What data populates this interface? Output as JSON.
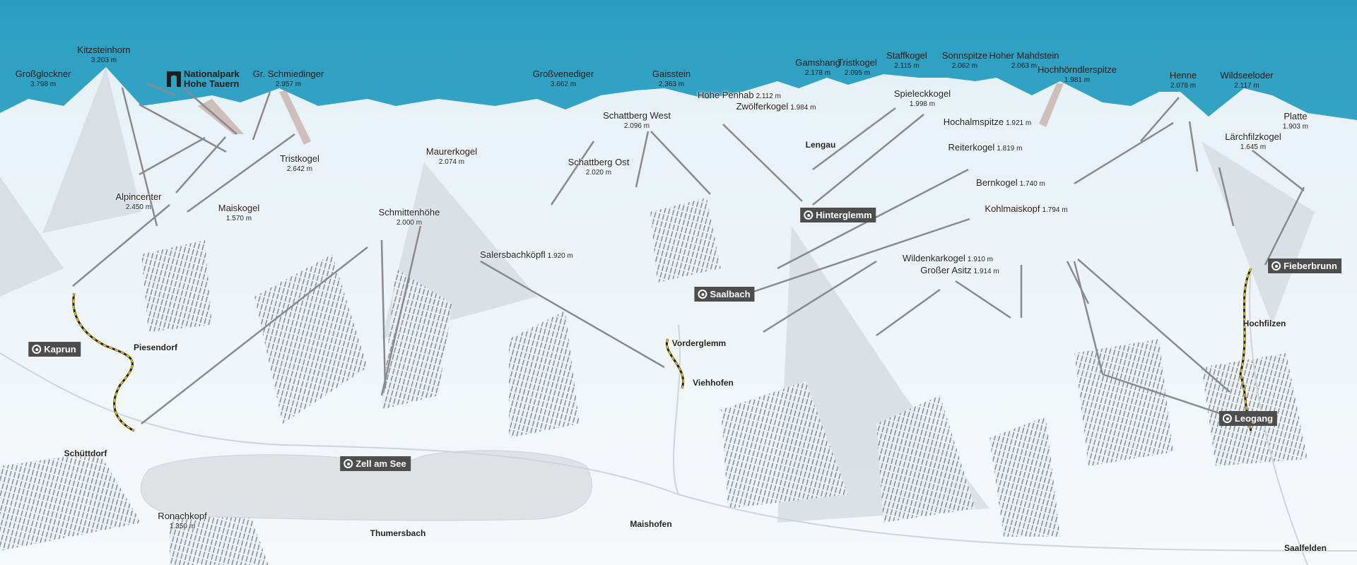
{
  "colors": {
    "sky_top": "#2b9fc2",
    "sky_bottom": "#5cb8d2",
    "snow": "#f4f6f8",
    "forest": "#7d8790",
    "lift": "#8a8a8a",
    "train": "#f2c200",
    "badge": "#4d4d4d"
  },
  "logo": {
    "icon": "nationalpark-logo-icon",
    "line1": "Nationalpark",
    "line2": "Hohe Tauern"
  },
  "peaks": [
    {
      "name": "Großglockner",
      "elevation": "3.798 m"
    },
    {
      "name": "Kitzsteinhorn",
      "elevation": "3.203 m"
    },
    {
      "name": "Gr. Schmiedinger",
      "elevation": "2.957 m"
    },
    {
      "name": "Tristkogel",
      "elevation": "2.642 m"
    },
    {
      "name": "Alpincenter",
      "elevation": "2.450 m"
    },
    {
      "name": "Maiskogel",
      "elevation": "1.570 m"
    },
    {
      "name": "Maurerkogel",
      "elevation": "2.074 m"
    },
    {
      "name": "Großvenediger",
      "elevation": "3.662 m"
    },
    {
      "name": "Schmittenhöhe",
      "elevation": "2.000 m"
    },
    {
      "name": "Salersbachköpfl",
      "elevation": "1.920 m"
    },
    {
      "name": "Schattberg West",
      "elevation": "2.096 m"
    },
    {
      "name": "Schattberg Ost",
      "elevation": "2.020 m"
    },
    {
      "name": "Gaisstein",
      "elevation": "2.363 m"
    },
    {
      "name": "Hohe Penhab",
      "elevation": "2.112 m"
    },
    {
      "name": "Zwölferkogel",
      "elevation": "1.984 m"
    },
    {
      "name": "Gamshang",
      "elevation": "2.178 m"
    },
    {
      "name": "Tristkogel",
      "elevation": "2.095 m"
    },
    {
      "name": "Staffkogel",
      "elevation": "2.115 m"
    },
    {
      "name": "Sonnspitze",
      "elevation": "2.062 m"
    },
    {
      "name": "Hoher Mahdstein",
      "elevation": "2.063 m"
    },
    {
      "name": "Hochhörndlerspitze",
      "elevation": "1.981 m"
    },
    {
      "name": "Spieleckkogel",
      "elevation": "1.998 m"
    },
    {
      "name": "Hochalmspitze",
      "elevation": "1.921 m"
    },
    {
      "name": "Reiterkogel",
      "elevation": "1.819 m"
    },
    {
      "name": "Bernkogel",
      "elevation": "1.740 m"
    },
    {
      "name": "Kohlmaiskopf",
      "elevation": "1.794 m"
    },
    {
      "name": "Wildenkarkogel",
      "elevation": "1.910 m"
    },
    {
      "name": "Großer Asitz",
      "elevation": "1.914 m"
    },
    {
      "name": "Henne",
      "elevation": "2.078 m"
    },
    {
      "name": "Wildseeloder",
      "elevation": "2.117 m"
    },
    {
      "name": "Platte",
      "elevation": "1.903 m"
    },
    {
      "name": "Lärchfilzkogel",
      "elevation": "1.645 m"
    },
    {
      "name": "Ronachkopf",
      "elevation": "1.350 m"
    }
  ],
  "resorts": [
    {
      "name": "Kaprun"
    },
    {
      "name": "Zell am See"
    },
    {
      "name": "Saalbach"
    },
    {
      "name": "Hinterglemm"
    },
    {
      "name": "Fieberbrunn"
    },
    {
      "name": "Leogang"
    }
  ],
  "villages": [
    {
      "name": "Piesendorf"
    },
    {
      "name": "Schüttdorf"
    },
    {
      "name": "Thumersbach"
    },
    {
      "name": "Maishofen"
    },
    {
      "name": "Vorderglemm"
    },
    {
      "name": "Viehhofen"
    },
    {
      "name": "Lengau"
    },
    {
      "name": "Hochfilzen"
    },
    {
      "name": "Saalfelden"
    }
  ]
}
